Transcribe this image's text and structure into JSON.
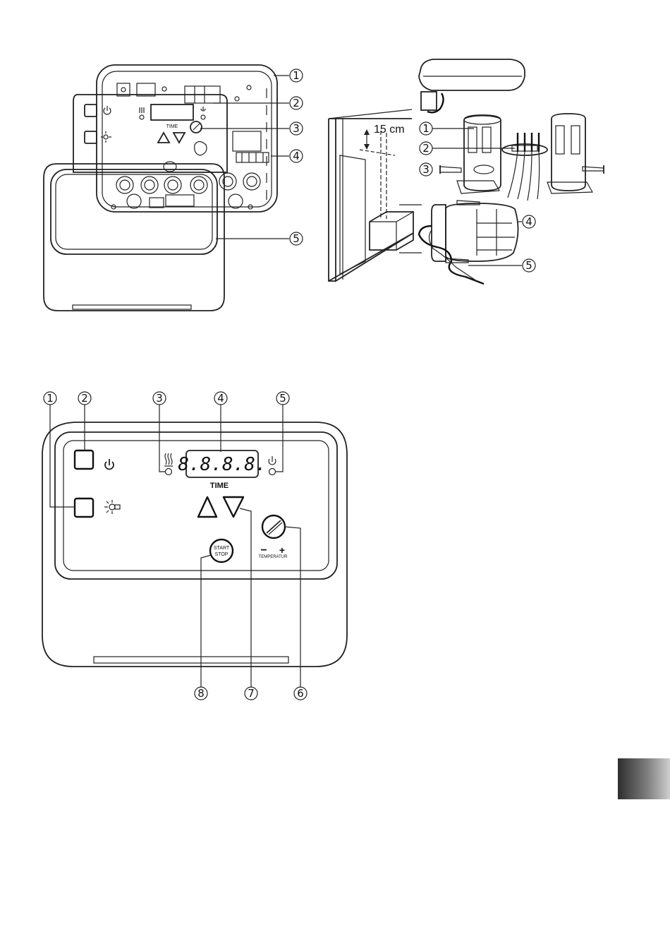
{
  "figure1": {
    "callouts": [
      "①",
      "②",
      "③",
      "④",
      "⑤"
    ],
    "panel": {
      "time_label": "TIME"
    }
  },
  "figure2": {
    "distance_label": "15 cm",
    "callouts": [
      "①",
      "②",
      "③",
      "④",
      "⑤"
    ]
  },
  "figure3": {
    "top_callouts": [
      "①",
      "②",
      "③",
      "④",
      "⑤"
    ],
    "bottom_callouts": [
      "⑧",
      "⑦",
      "⑥"
    ],
    "display_value": "8.8.8.8.",
    "time_label": "TIME",
    "start_label": "START",
    "stop_label": "STOP",
    "minus_label": "−",
    "plus_label": "+",
    "temperature_label": "TEMPERATUR"
  },
  "page_tab": {
    "color": "#5a5a5a"
  }
}
